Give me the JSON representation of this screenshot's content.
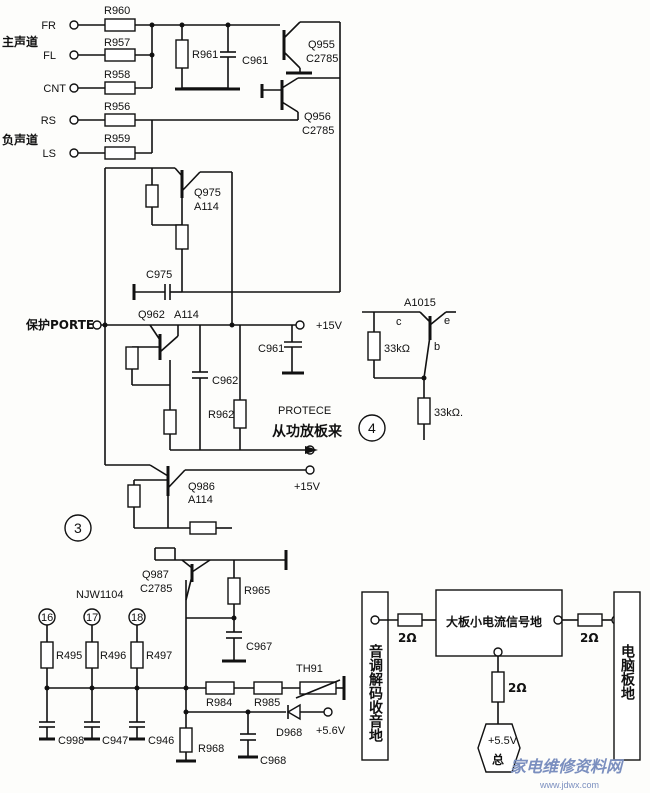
{
  "labels": {
    "FR": "FR",
    "FL": "FL",
    "CNT": "CNT",
    "RS": "RS",
    "LS": "LS",
    "main_channel": "主声道",
    "neg_channel": "负声道",
    "R960": "R960",
    "R957": "R957",
    "R958": "R958",
    "R956": "R956",
    "R959": "R959",
    "R961": "R961",
    "C961a": "C961",
    "Q955": "Q955",
    "Q955_type": "C2785",
    "Q956": "Q956",
    "Q956_type": "C2785",
    "Q975": "Q975",
    "Q975_type": "A114",
    "C975": "C975",
    "protect": "保护PORTE",
    "Q962": "Q962",
    "Q962_type": "A114",
    "plus15_top": "+15V",
    "C961b": "C961",
    "C962": "C962",
    "R962": "R962",
    "protece": "PROTECE",
    "from_amp": "从功放板来",
    "Q986": "Q986",
    "Q986_type": "A114",
    "plus15_bot": "+15V",
    "circle3": "3",
    "circle4": "4",
    "A1015": "A1015",
    "pin_c": "c",
    "pin_b": "b",
    "pin_e": "e",
    "r33k_a": "33kΩ",
    "r33k_b": "33kΩ.",
    "Q987": "Q987",
    "Q987_type": "C2785",
    "R965": "R965",
    "C967": "C967",
    "NJW1104": "NJW1104",
    "pin16": "16",
    "pin17": "17",
    "pin18": "18",
    "R495": "R495",
    "R496": "R496",
    "R497": "R497",
    "C998": "C998",
    "C947": "C947",
    "C946": "C946",
    "TH91": "TH91",
    "R984": "R984",
    "R985": "R985",
    "D968": "D968",
    "plus56": "+5.6V",
    "R968": "R968",
    "C968": "C968",
    "audio_ground": "音调解码收音地",
    "board_ground": "大板小电流信号地",
    "pc_ground": "电脑板地",
    "r2a": "2Ω",
    "r2b": "2Ω",
    "r2c": "2Ω",
    "plus55": "+5.5V",
    "reg_char": "总",
    "watermark": "家电维修资料网",
    "watermark_url": "www.jdwx.com"
  }
}
